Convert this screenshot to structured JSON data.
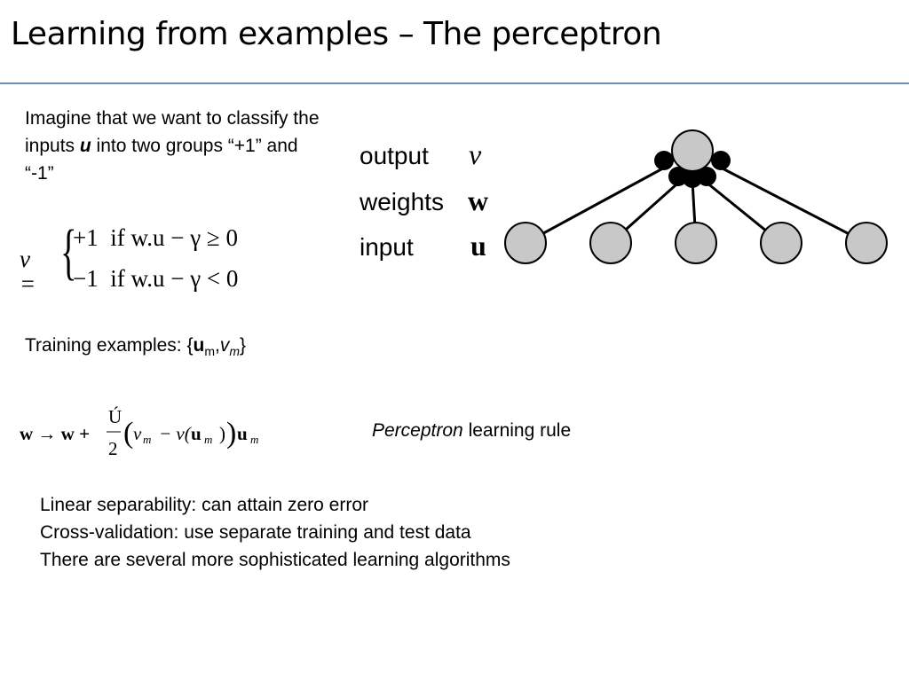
{
  "slide": {
    "title": "Learning from examples – The perceptron",
    "accent_color": "#6f8fb5"
  },
  "intro": {
    "part1": "Imagine that we want to classify the inputs ",
    "emph": "u",
    "part2": " into two groups “+1” and “-1”"
  },
  "decision_equation": {
    "lhs": "v =",
    "row1_value": "+1",
    "row1_condition": "if w.u − γ ≥ 0",
    "row2_value": "−1",
    "row2_condition": "if w.u − γ < 0"
  },
  "training": {
    "label": "Training examples: {",
    "u": "u",
    "u_sub": "m",
    "sep": ",",
    "v": "v",
    "v_sub": "m",
    "close": "}"
  },
  "update_equation": {
    "lhs": "w → w +",
    "numerator": "Ú",
    "denominator": "2",
    "body": "v",
    "body_sub": "m",
    "minus": "− v(",
    "u": "u",
    "u_sub": "m",
    "close": ")",
    "tail_u": "u",
    "tail_sub": "m"
  },
  "rule_caption": {
    "italic": "Perceptron",
    "text": " learning rule"
  },
  "notes": [
    "Linear separability: can attain zero error",
    "Cross-validation: use separate training and test data",
    "There are several more sophisticated learning algorithms"
  ],
  "diagram": {
    "labels": [
      {
        "text": "output",
        "symbol": "v"
      },
      {
        "text": "weights",
        "symbol": "w"
      },
      {
        "text": "input",
        "symbol": "u"
      }
    ],
    "input_count": 5,
    "node_fill": "#c8c8c8"
  }
}
